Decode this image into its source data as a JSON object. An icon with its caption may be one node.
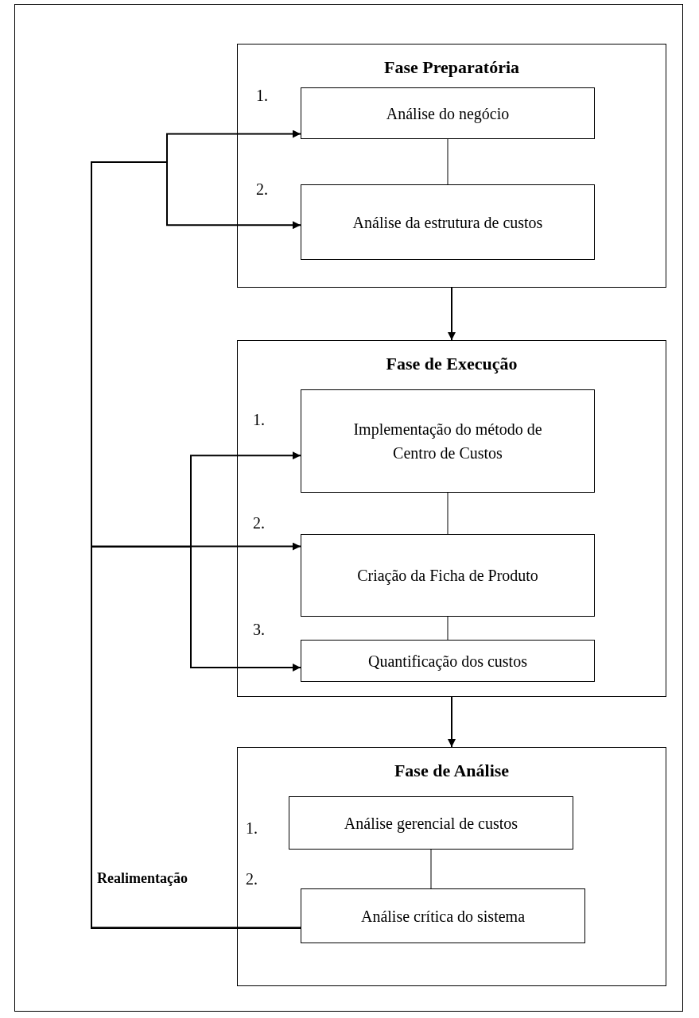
{
  "diagram": {
    "nodes": [
      {
        "text": [
          "Fase Preparatória"
        ]
      },
      {
        "text": [
          "Análise do negócio"
        ],
        "in": 0,
        "beside": [
          "1."
        ]
      },
      {
        "text": [
          "Análise da estrutura de custos"
        ],
        "in": 0,
        "beside": [
          "2."
        ]
      },
      {
        "text": [
          "Fase de Execução"
        ]
      },
      {
        "text": [
          "Implementação do método de Centro de Custos"
        ],
        "in": 3,
        "beside": [
          "1."
        ]
      },
      {
        "text": [
          "Criação da Ficha de Produto"
        ],
        "in": 3,
        "beside": [
          "2."
        ]
      },
      {
        "text": [
          "Quantificação dos custos"
        ],
        "in": 3,
        "beside": [
          "3."
        ]
      },
      {
        "text": [
          "Fase de Análise"
        ]
      },
      {
        "text": [
          "Análise gerencial de custos"
        ],
        "in": 7,
        "beside": [
          "1."
        ]
      },
      {
        "text": [
          "Análise crítica do sistema"
        ],
        "in": 7,
        "beside": [
          "2."
        ]
      }
    ],
    "edges": [
      {
        "from": 0,
        "to": 3,
        "arrow": "to"
      },
      {
        "from": 3,
        "to": 7,
        "arrow": "to"
      },
      {
        "from": 1,
        "to": 2,
        "arrow": "none"
      },
      {
        "from": 4,
        "to": 5,
        "arrow": "none"
      },
      {
        "from": 5,
        "to": 6,
        "arrow": "none"
      },
      {
        "from": 8,
        "to": 9,
        "arrow": "none"
      },
      {
        "from": 9,
        "to": 1,
        "arrow": "to"
      },
      {
        "from": 9,
        "to": 2,
        "arrow": "to"
      },
      {
        "from": 9,
        "to": 4,
        "arrow": "to"
      },
      {
        "from": 9,
        "to": 5,
        "arrow": "to"
      },
      {
        "from": 9,
        "to": 6,
        "arrow": "to"
      }
    ],
    "labels": [
      "Realimentação"
    ]
  }
}
